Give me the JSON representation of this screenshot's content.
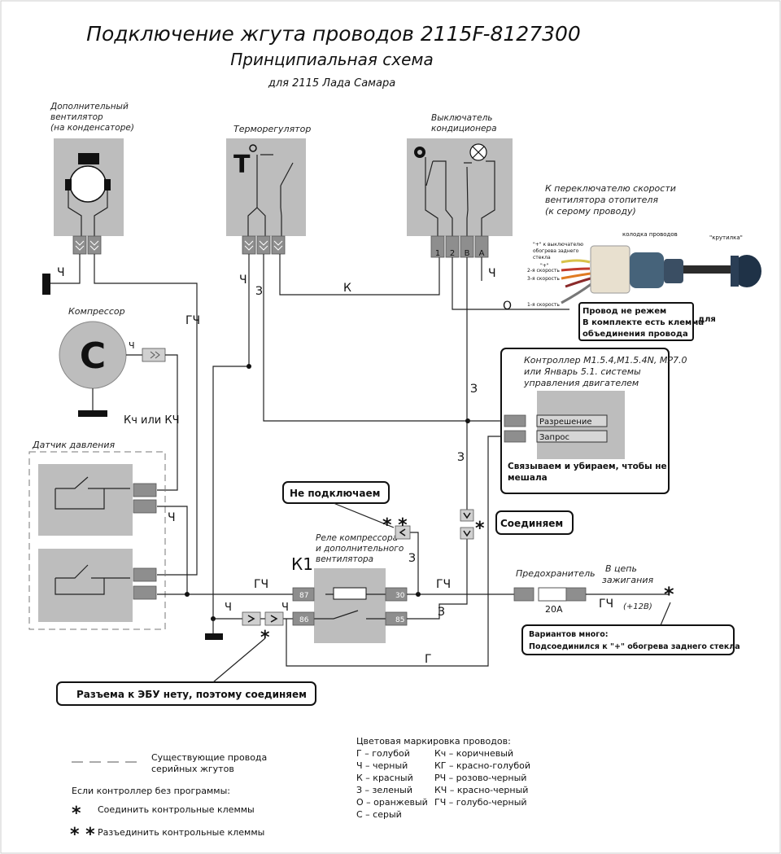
{
  "title": "Подключение жгута проводов 2115F-8127300",
  "subtitle": "Принципиальная схема",
  "subtitle2": "для 2115 Лада Самара",
  "components": {
    "fan_label": [
      "Дополнительный",
      "вентилятор",
      "(на конденсаторе)"
    ],
    "thermo_label": "Терморегулятор",
    "ac_switch_label": [
      "Выключатель",
      "кондиционера"
    ],
    "ac_switch_pins": [
      "1",
      "2",
      "В",
      "А"
    ],
    "compressor_label": "Компрессор",
    "compressor_letter": "С",
    "pressure_label": "Датчик давления",
    "relay_title": [
      "Реле компрессора",
      "и дополнительного",
      "вентилятора"
    ],
    "relay_id": "К1",
    "relay_pins": [
      "87",
      "86",
      "30",
      "85"
    ],
    "fuse_label": "Предохранитель",
    "fuse_value": "20А",
    "ignition_label": [
      "В цепь",
      "зажигания"
    ],
    "ignition_voltage": "(+12В)",
    "blower_label": [
      "К переключателю скорости",
      "вентилятора отопителя",
      "(к серому проводу)"
    ],
    "controller_title": [
      "Контроллер М1.5.4,М1.5.4N, МР7.0",
      "или Январь 5.1. системы",
      "управления двигателем"
    ],
    "controller_pins": [
      "Разрешение",
      "Запрос"
    ],
    "photo_labels": {
      "connector": "колодка проводов",
      "knob": "\"крутилка\"",
      "plus": "\"+\" к выключателю обогрева заднего стекла",
      "plus2": "\"+\"",
      "speed2": "2-я скорость",
      "speed3": "3-я скорость",
      "speed1": "1-я скорость"
    }
  },
  "wire_labels": {
    "ch": "Ч",
    "gch": "ГЧ",
    "z": "З",
    "k": "К",
    "o": "О",
    "g": "Г",
    "kch_or": "Кч или КЧ"
  },
  "callouts": {
    "no_cut": [
      "Провод не режем",
      "В комплекте есть клемма",
      "объединения провода"
    ],
    "no_cut_tail": "для",
    "tie_away": [
      "Связываем и убираем, чтобы не",
      "мешала"
    ],
    "not_connect": "Не подключаем",
    "connect": "Соединяем",
    "no_ecu": "Разъема к ЭБУ нету, поэтому соединяем",
    "variants": [
      "Вариантов много:",
      "Подсоединился к \"+\" обогрева заднего стекла"
    ]
  },
  "legend": {
    "existing": [
      "Существующие провода",
      "серийных жгутов"
    ],
    "no_program": "Если контроллер без программы:",
    "join": "Соединить контрольные клеммы",
    "unjoin": "Разъединить контрольные клеммы",
    "star1": "*",
    "star2": "* *",
    "color_title": "Цветовая маркировка проводов:",
    "colors_left": [
      "Г – голубой",
      "Ч – черный",
      "К – красный",
      "З – зеленый",
      "О – оранжевый",
      "С – серый"
    ],
    "colors_right": [
      "Кч – коричневый",
      "КГ – красно-голубой",
      "РЧ – розово-черный",
      "КЧ – красно-черный",
      "ГЧ – голубо-черный"
    ]
  }
}
